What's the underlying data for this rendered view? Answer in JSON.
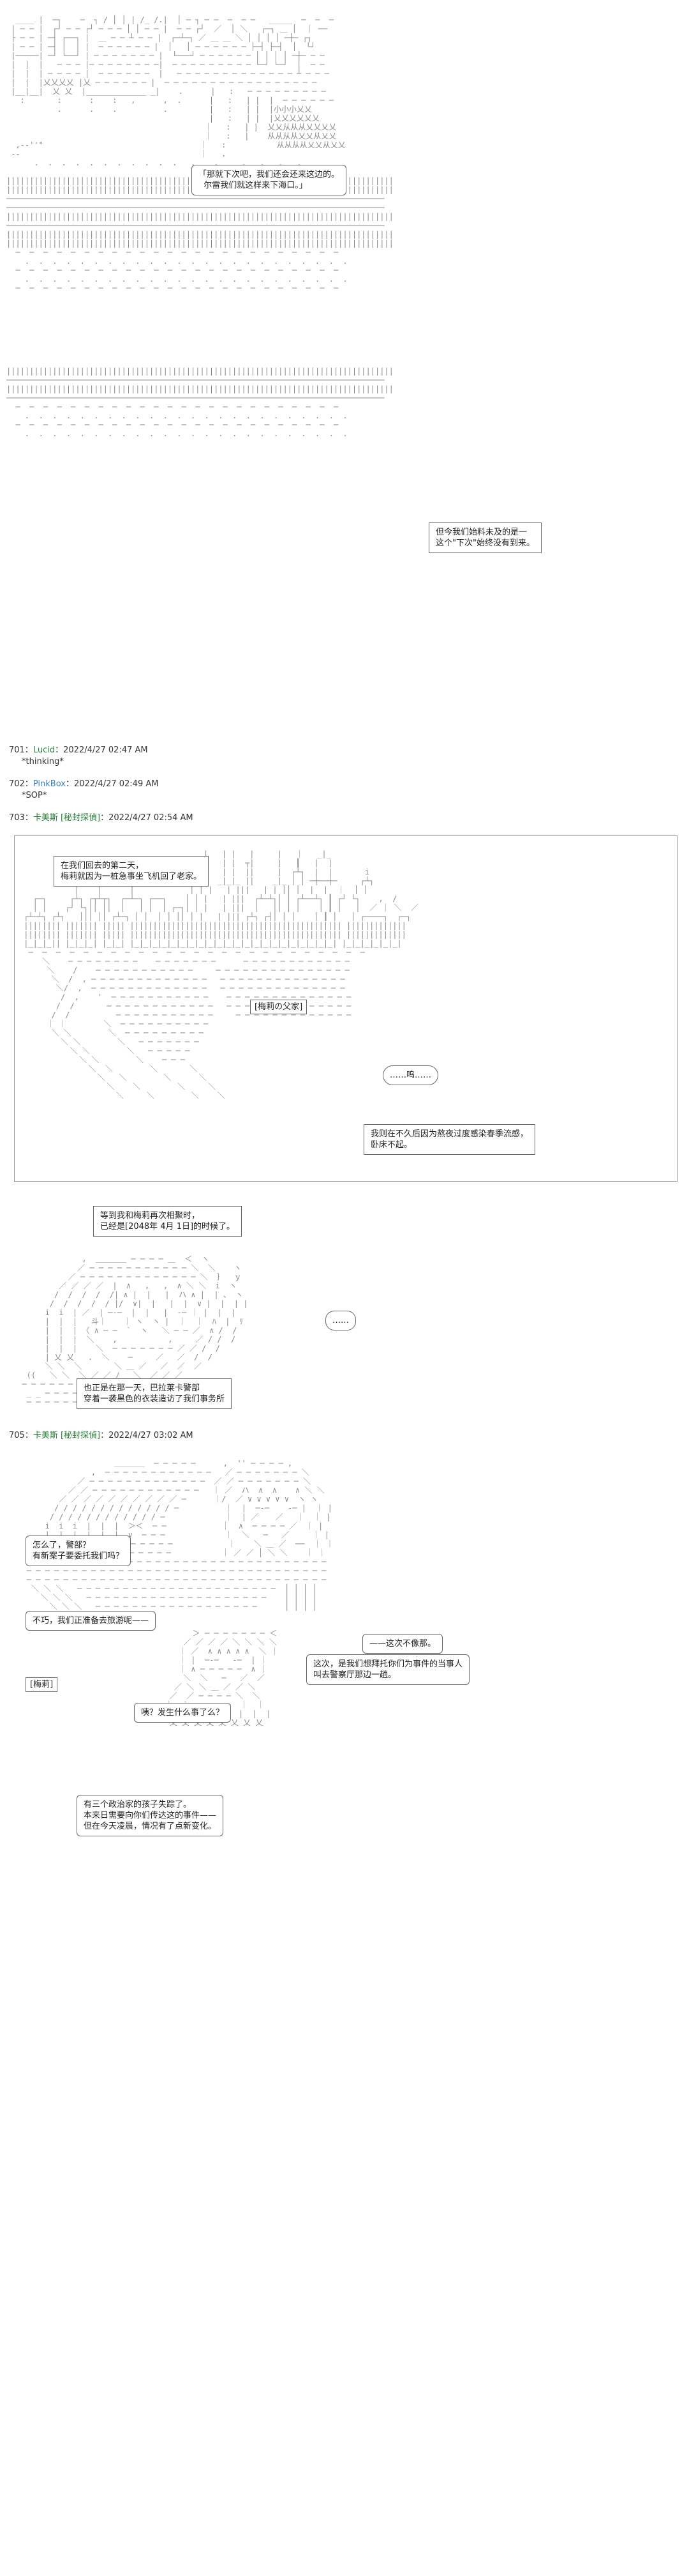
{
  "panel1": {
    "bubble_lines": "「那就下次吧，我们还会还来这边的。\n  尔雷我们就这样来下海口。」",
    "narration": "但今我们始料未及的是一\n这个\"下次\"始终没有到来。"
  },
  "posts": [
    {
      "num": "701",
      "name": "Lucid",
      "time": "2022/4/27 02:47 AM",
      "text": "*thinking*"
    },
    {
      "num": "702",
      "name": "PinkBox",
      "time": "2022/4/27 02:49 AM",
      "text": "*SOP*"
    },
    {
      "num": "703",
      "name": "卡美斯 [秘封探偵]",
      "time": "2022/4/27 02:54 AM",
      "text": ""
    },
    {
      "num": "705",
      "name": "卡美斯 [秘封探偵]",
      "time": "2022/4/27 03:02 AM",
      "text": ""
    }
  ],
  "panel2": {
    "narration_top": "在我们回去的第二天，\n梅莉就因为一桩急事坐飞机回了老家。",
    "sign": "[梅莉の父家]",
    "bubble_right": "……呜……",
    "narration_right": "我则在不久后因为熬夜过度感染春季流感，\n卧床不起。"
  },
  "panel3": {
    "narration": "等到我和梅莉再次相聚时，\n已经是[2048年 4月 1日]的时候了。",
    "bubble": "……",
    "narration2": "也正是在那一天，巴拉莱卡警部\n穿着一袭黑色的衣装造访了我们事务所"
  },
  "panel4": {
    "b_left1": "怎么了，警部？\n有新案子要委托我们吗？",
    "b_left2": "不巧，我们正准备去旅游呢——",
    "b_right1": "——这次不像那。",
    "b_center": "这次，是我们想拜托你们为事件的当事人\n叫去警察厅那边一趟。",
    "tag_name": "[梅莉]",
    "b_left3": "咦？发生什么事了么？",
    "b_bottom": "有三个政治家的孩子失踪了。\n本来日需要向你们传达这的事件——\n但在今天凌晨，情况有了点新变化。"
  }
}
